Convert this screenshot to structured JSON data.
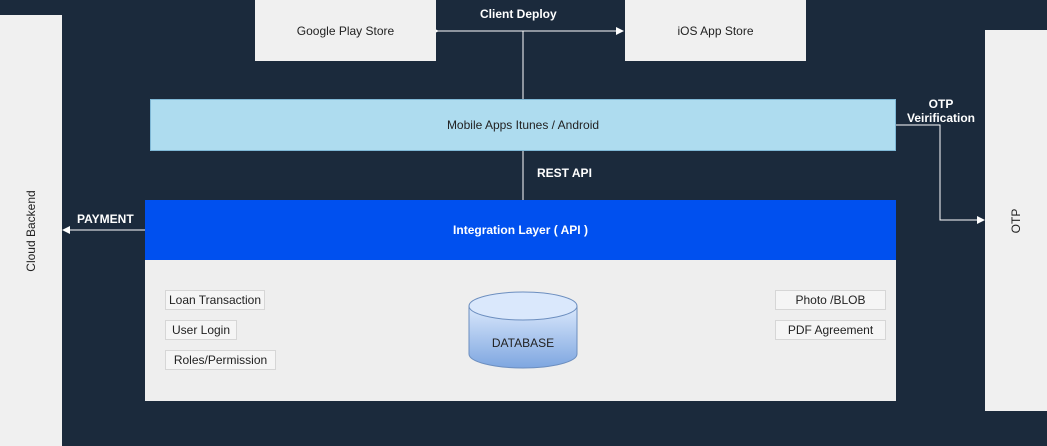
{
  "stores": {
    "google_play": "Google Play Store",
    "ios": "iOS App Store",
    "deploy_label": "Client Deploy"
  },
  "mobile_apps": "Mobile Apps Itunes / Android",
  "rest_api": "REST API",
  "integration_layer": "Integration Layer ( API )",
  "payment": "PAYMENT",
  "cloud_backend": "Cloud Backend",
  "otp": "OTP",
  "otp_verification": {
    "line1": "OTP",
    "line2": "Veirification"
  },
  "left_items": [
    "Loan Transaction",
    "User Login",
    "Roles/Permission"
  ],
  "right_items": [
    "Photo /BLOB",
    "PDF Agreement"
  ],
  "database": "DATABASE",
  "colors": {
    "background": "#1b2a3c",
    "mobile_fill": "#aedcef",
    "integration_fill": "#0050ef",
    "database_fill": "#7ea6e0"
  }
}
